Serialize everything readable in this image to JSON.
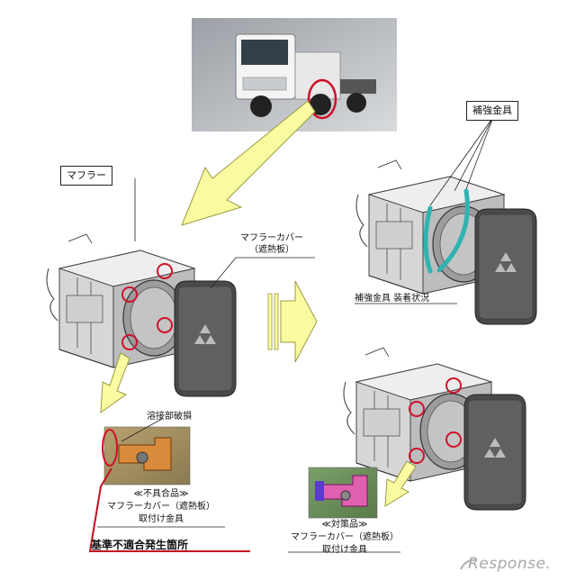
{
  "labels": {
    "muffler": "マフラー",
    "cover_line1": "マフラーカバー",
    "cover_line2": "（遮熱板）",
    "reinforcement": "補強金具",
    "reinforcement_status": "補強金具  装着状況",
    "weld_damage": "溶接部破損",
    "defect_line1": "≪不具合品≫",
    "defect_line2": "マフラーカバー（遮熱板）",
    "defect_line3": "取付け金具",
    "violation": "基準不適合発生箇所",
    "fix_line1": "≪対策品≫",
    "fix_line2": "マフラーカバー（遮熱板）",
    "fix_line3": "取付け金具"
  },
  "watermark": "Response.",
  "colors": {
    "arrow_fill": "#fafaa0",
    "arrow_stroke": "#9a9a40",
    "circle": "#d0102a",
    "bracket_orange": "#d98a3a",
    "bracket_magenta": "#e060b0",
    "reinforcement": "#2fb3b0",
    "violation_line": "#c01020"
  }
}
